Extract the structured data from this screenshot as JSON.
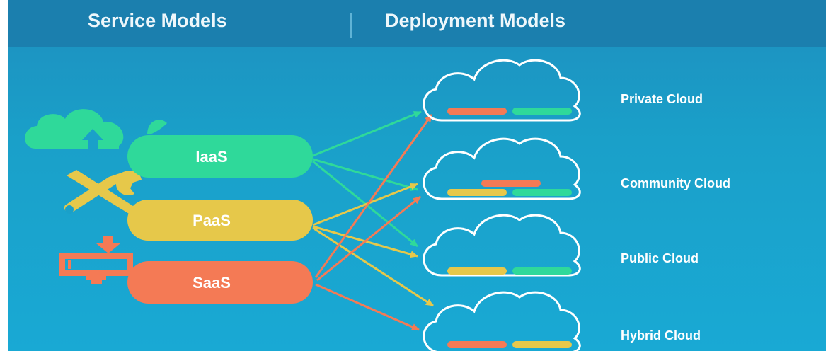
{
  "header": {
    "service_title": "Service Models",
    "deployment_title": "Deployment Models"
  },
  "service_models": [
    {
      "label": "IaaS",
      "color": "#2fd99a",
      "icon": "cloud-upload-icon"
    },
    {
      "label": "PaaS",
      "color": "#e6c84a",
      "icon": "wrench-screwdriver-icon"
    },
    {
      "label": "SaaS",
      "color": "#f47a55",
      "icon": "monitor-download-icon"
    }
  ],
  "deployment_models": [
    {
      "label": "Private Cloud",
      "icon": "cloud-icon"
    },
    {
      "label": "Community Cloud",
      "icon": "cloud-icon"
    },
    {
      "label": "Public Cloud",
      "icon": "cloud-icon"
    },
    {
      "label": "Hybrid Cloud",
      "icon": "cloud-icon"
    }
  ],
  "colors": {
    "iaas": "#2fd99a",
    "paas": "#e6c84a",
    "saas": "#f47a55",
    "background": "#19a9d4",
    "header_band": "#1b7fae"
  }
}
